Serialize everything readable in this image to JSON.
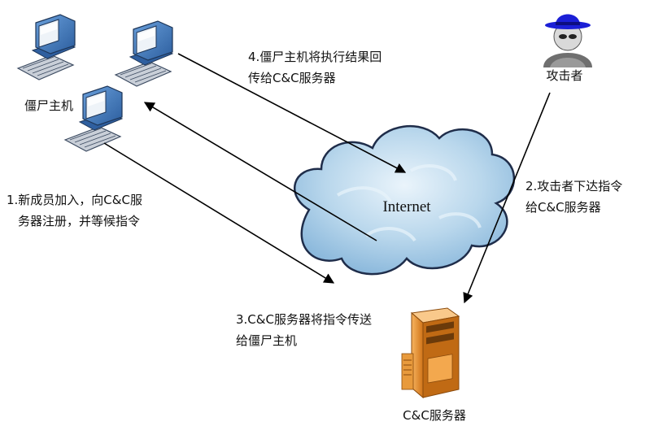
{
  "labels": {
    "zombie_hosts": "僵尸主机",
    "attacker": "攻击者",
    "internet": "Internet",
    "cc_server": "C&C服务器"
  },
  "steps": {
    "step1": [
      "1.新成员加入，向C&C服",
      "务器注册，并等候指令"
    ],
    "step2": [
      "2.攻击者下达指令",
      "给C&C服务器"
    ],
    "step3": [
      "3.C&C服务器将指令传送",
      "给僵尸主机"
    ],
    "step4": [
      "4.僵尸主机将执行结果回",
      "传给C&C服务器"
    ]
  },
  "colors": {
    "cloud_fill": "#aecfe8",
    "cloud_stroke": "#1f2d4a",
    "monitor_blue": "#3a73b8",
    "server_orange": "#e08a2b",
    "hat_blue": "#1b1fd6",
    "arrow": "#000000"
  },
  "icons": {
    "computer": "desktop-computer-icon",
    "attacker": "hacker-spy-icon",
    "server": "server-tower-icon"
  }
}
